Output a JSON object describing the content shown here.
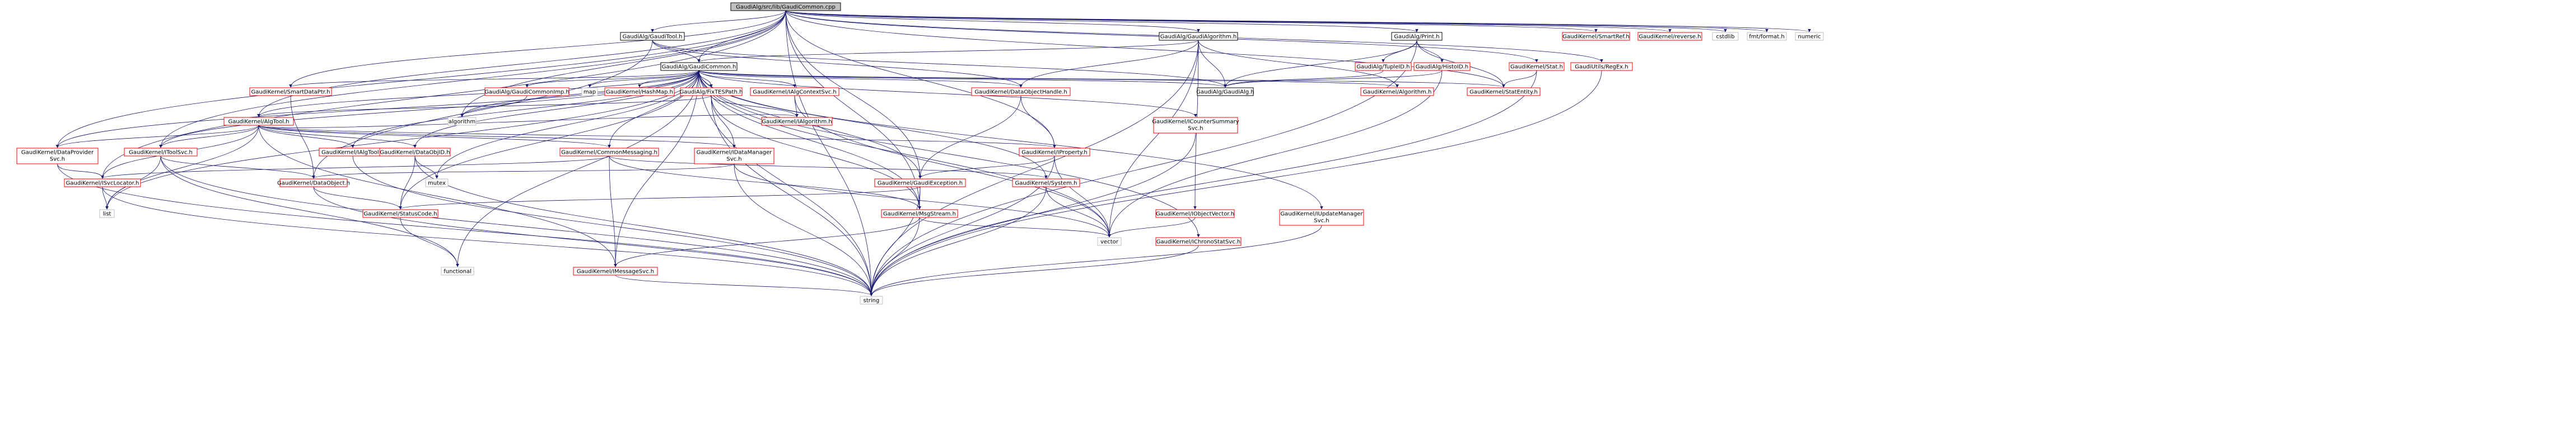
{
  "title": "GaudiAlg/src/lib/GaudiCommon.cpp",
  "colors": {
    "edge": "#191970",
    "root_fill": "#bfbfbf",
    "root_stroke": "#000000",
    "documented_stroke": "#ff0000",
    "external_stroke": "#bfbfbf",
    "node_fill": "#ffffff",
    "text": "#000000"
  },
  "nodes": [
    {
      "id": "root",
      "label": "GaudiAlg/src/lib/GaudiCommon.cpp",
      "kind": "root"
    },
    {
      "id": "gtool",
      "label": "GaudiAlg/GaudiTool.h",
      "kind": "header"
    },
    {
      "id": "galgorithm",
      "label": "GaudiAlg/GaudiAlgorithm.h",
      "kind": "header"
    },
    {
      "id": "print",
      "label": "GaudiAlg/Print.h",
      "kind": "header"
    },
    {
      "id": "smartref",
      "label": "GaudiKernel/SmartRef.h",
      "kind": "doc"
    },
    {
      "id": "reverse",
      "label": "GaudiKernel/reverse.h",
      "kind": "doc"
    },
    {
      "id": "cstdlib",
      "label": "cstdlib",
      "kind": "ext"
    },
    {
      "id": "fmtformat",
      "label": "fmt/format.h",
      "kind": "ext"
    },
    {
      "id": "numeric",
      "label": "numeric",
      "kind": "ext"
    },
    {
      "id": "gcommon",
      "label": "GaudiAlg/GaudiCommon.h",
      "kind": "header"
    },
    {
      "id": "tupleid",
      "label": "GaudiAlg/TupleID.h",
      "kind": "doc"
    },
    {
      "id": "histoid",
      "label": "GaudiAlg/HistoID.h",
      "kind": "doc"
    },
    {
      "id": "stat",
      "label": "GaudiKernel/Stat.h",
      "kind": "doc"
    },
    {
      "id": "regex",
      "label": "GaudiUtils/RegEx.h",
      "kind": "doc"
    },
    {
      "id": "smartdataptr",
      "label": "GaudiKernel/SmartDataPtr.h",
      "kind": "doc"
    },
    {
      "id": "gcommonimp",
      "label": "GaudiAlg/GaudiCommonImp.h",
      "kind": "doc"
    },
    {
      "id": "map",
      "label": "map",
      "kind": "ext"
    },
    {
      "id": "hashmap",
      "label": "GaudiKernel/HashMap.h",
      "kind": "doc"
    },
    {
      "id": "fixtes",
      "label": "GaudiAlg/FixTESPath.h",
      "kind": "doc"
    },
    {
      "id": "ialgctx",
      "label": "GaudiKernel/IAlgContextSvc.h",
      "kind": "doc"
    },
    {
      "id": "dataobjhandle",
      "label": "GaudiKernel/DataObjectHandle.h",
      "kind": "doc"
    },
    {
      "id": "gaudialg",
      "label": "GaudiAlg/GaudiAlg.h",
      "kind": "header"
    },
    {
      "id": "algorithm_h",
      "label": "GaudiKernel/Algorithm.h",
      "kind": "doc"
    },
    {
      "id": "statentity",
      "label": "GaudiKernel/StatEntity.h",
      "kind": "doc"
    },
    {
      "id": "icountersum",
      "label": "GaudiKernel/ICounterSummary Svc.h",
      "kind": "doc"
    },
    {
      "id": "ialgorithm",
      "label": "GaudiKernel/IAlgorithm.h",
      "kind": "doc"
    },
    {
      "id": "algtool",
      "label": "GaudiKernel/AlgTool.h",
      "kind": "doc"
    },
    {
      "id": "algorithm_std",
      "label": "algorithm",
      "kind": "ext"
    },
    {
      "id": "dataprovider",
      "label": "GaudiKernel/DataProvider Svc.h",
      "kind": "doc"
    },
    {
      "id": "itoolsvc",
      "label": "GaudiKernel/IToolSvc.h",
      "kind": "doc"
    },
    {
      "id": "ialgtool",
      "label": "GaudiKernel/IAlgTool.h",
      "kind": "doc"
    },
    {
      "id": "dataobjid",
      "label": "GaudiKernel/DataObjID.h",
      "kind": "doc"
    },
    {
      "id": "commonmsg",
      "label": "GaudiKernel/CommonMessaging.h",
      "kind": "doc"
    },
    {
      "id": "idatamgr",
      "label": "GaudiKernel/IDataManager Svc.h",
      "kind": "doc"
    },
    {
      "id": "iproperty",
      "label": "GaudiKernel/IProperty.h",
      "kind": "doc"
    },
    {
      "id": "isvclocator",
      "label": "GaudiKernel/ISvcLocator.h",
      "kind": "doc"
    },
    {
      "id": "dataobject",
      "label": "GaudiKernel/DataObject.h",
      "kind": "doc"
    },
    {
      "id": "mutex",
      "label": "mutex",
      "kind": "ext"
    },
    {
      "id": "gaudiexc",
      "label": "GaudiKernel/GaudiException.h",
      "kind": "doc"
    },
    {
      "id": "system",
      "label": "GaudiKernel/System.h",
      "kind": "doc"
    },
    {
      "id": "iobjvector",
      "label": "GaudiKernel/IObjectVector.h",
      "kind": "doc"
    },
    {
      "id": "iupdatemgr",
      "label": "GaudiKernel/IUpdateManager Svc.h",
      "kind": "doc"
    },
    {
      "id": "list",
      "label": "list",
      "kind": "ext"
    },
    {
      "id": "statuscode",
      "label": "GaudiKernel/StatusCode.h",
      "kind": "doc"
    },
    {
      "id": "msgstream",
      "label": "GaudiKernel/MsgStream.h",
      "kind": "doc"
    },
    {
      "id": "vector",
      "label": "vector",
      "kind": "ext"
    },
    {
      "id": "ichrono",
      "label": "GaudiKernel/IChronoStatSvc.h",
      "kind": "doc"
    },
    {
      "id": "functional",
      "label": "functional",
      "kind": "ext"
    },
    {
      "id": "imessagesvc",
      "label": "GaudiKernel/IMessageSvc.h",
      "kind": "doc"
    },
    {
      "id": "string",
      "label": "string",
      "kind": "ext"
    }
  ]
}
